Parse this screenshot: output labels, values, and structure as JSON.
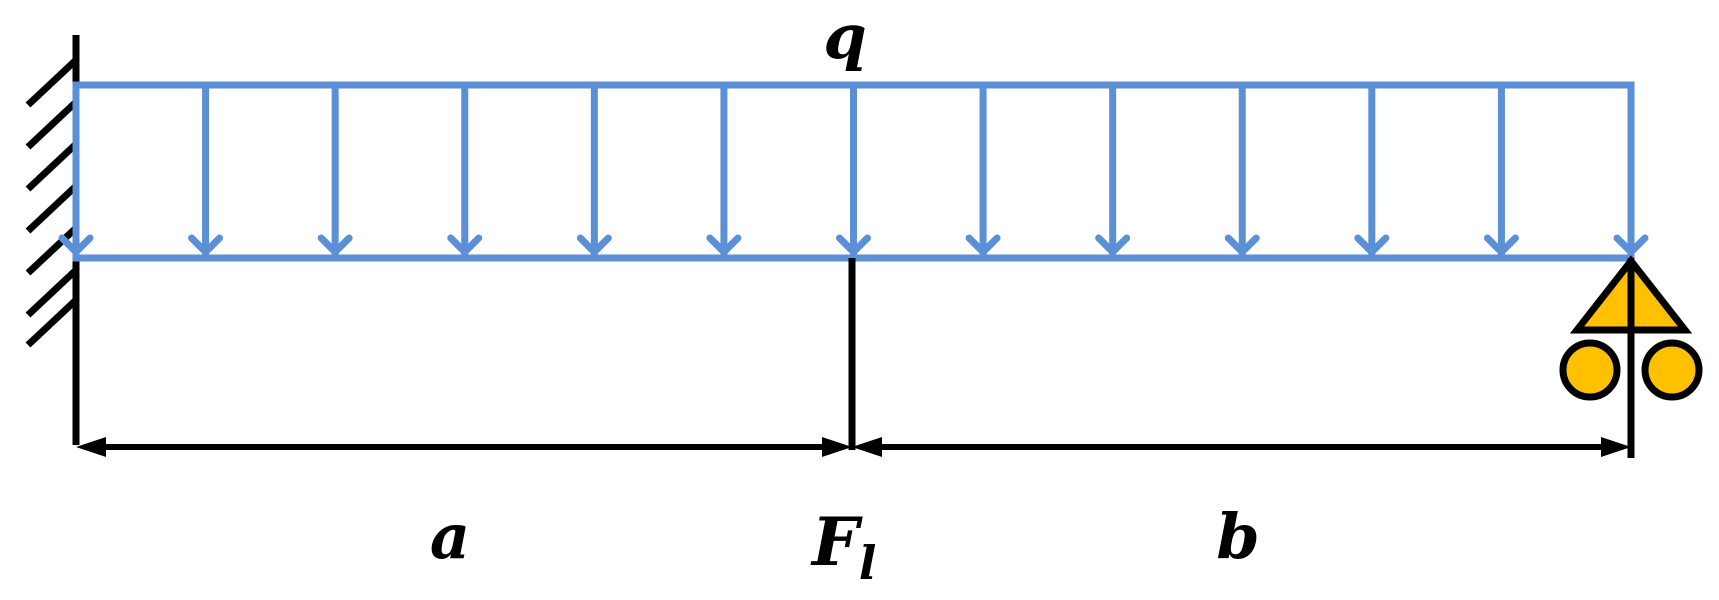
{
  "labels": {
    "load": "q",
    "span_a": "a",
    "force": "F",
    "force_sub": "l",
    "span_b": "b"
  },
  "colors": {
    "load_arrows": "#5B8FD6",
    "roller_support": "#FFC000",
    "structure": "#000000"
  },
  "icons": {
    "fixed_support": "hatched-wall-icon",
    "roller_support": "roller-support-icon"
  }
}
